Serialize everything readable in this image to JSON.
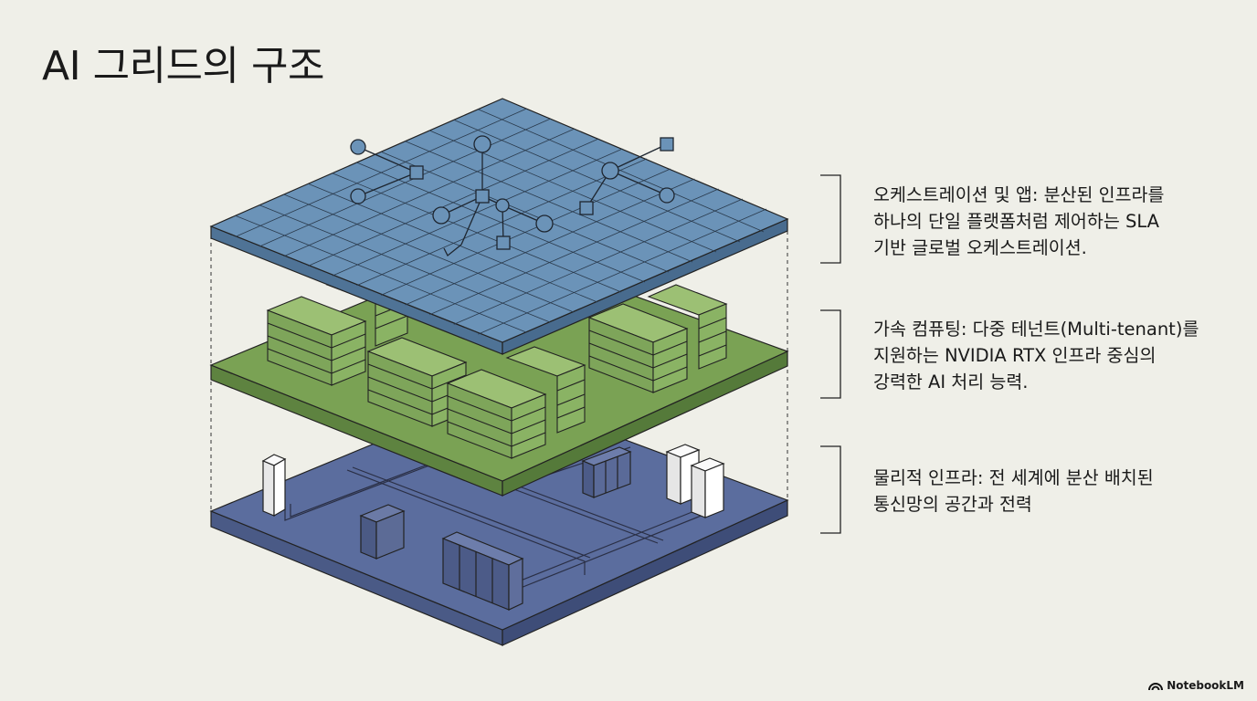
{
  "title": "AI 그리드의 구조",
  "layers": [
    {
      "id": "orchestration",
      "color": "#6b93b8",
      "lines": [
        "오케스트레이션 및 앱: 분산된 인프라를",
        "하나의 단일 플랫폼처럼 제어하는 SLA",
        "기반 글로벌 오케스트레이션."
      ]
    },
    {
      "id": "compute",
      "color": "#7aa254",
      "lines": [
        "가속 컴퓨팅: 다중 테넌트(Multi-tenant)를",
        "지원하는 NVIDIA RTX 인프라 중심의",
        "강력한 AI 처리 능력."
      ]
    },
    {
      "id": "physical",
      "color": "#5b6d9e",
      "lines": [
        "물리적 인프라: 전 세계에 분산 배치된",
        "통신망의 공간과 전력"
      ]
    }
  ],
  "brand": "NotebookLM"
}
